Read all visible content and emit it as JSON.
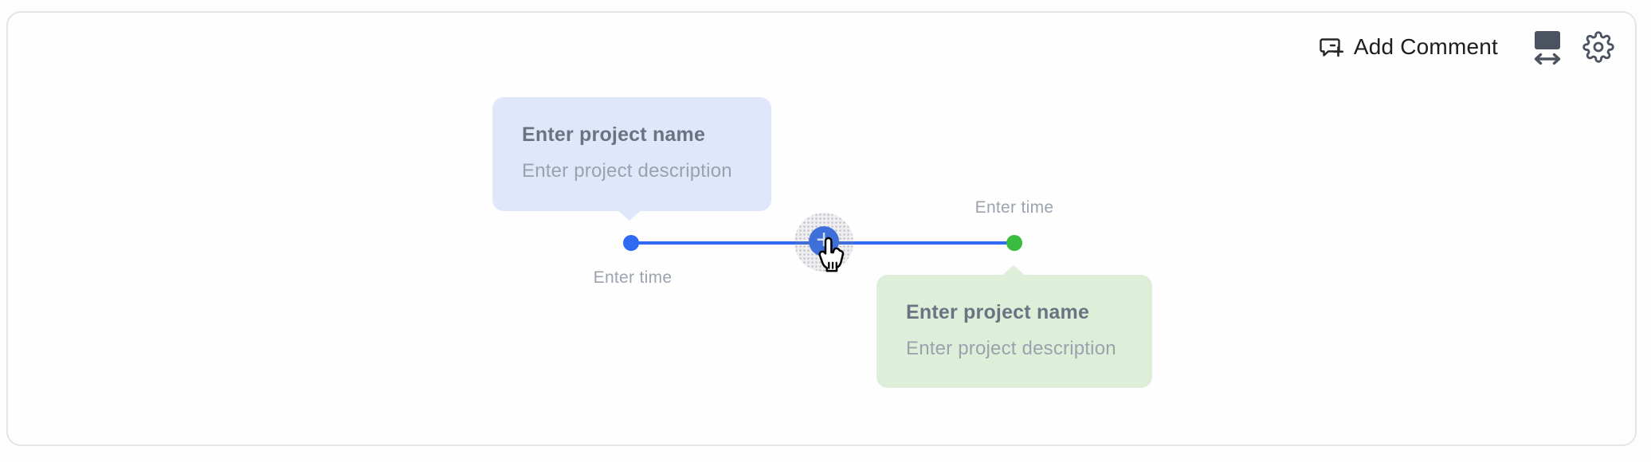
{
  "toolbar": {
    "add_comment": {
      "label": "Add Comment",
      "icon": "comment-plus-icon"
    },
    "fit_width_icon": "frame-width-icon",
    "settings_icon": "gear-icon"
  },
  "timeline": {
    "connector_color": "#2f6bf2",
    "add_button": {
      "symbol": "+",
      "color": "#3f6fd8"
    },
    "events": [
      {
        "title": "Enter project name",
        "description": "Enter project description",
        "time_label": "Enter time",
        "accent_color": "#2f6bf2",
        "card_color": "#dfe8fa",
        "card_side": "above"
      },
      {
        "title": "Enter project name",
        "description": "Enter project description",
        "time_label": "Enter time",
        "accent_color": "#38bd3f",
        "card_color": "#ddefd8",
        "card_side": "below"
      }
    ],
    "cursor": "hand-pointer-cursor"
  }
}
